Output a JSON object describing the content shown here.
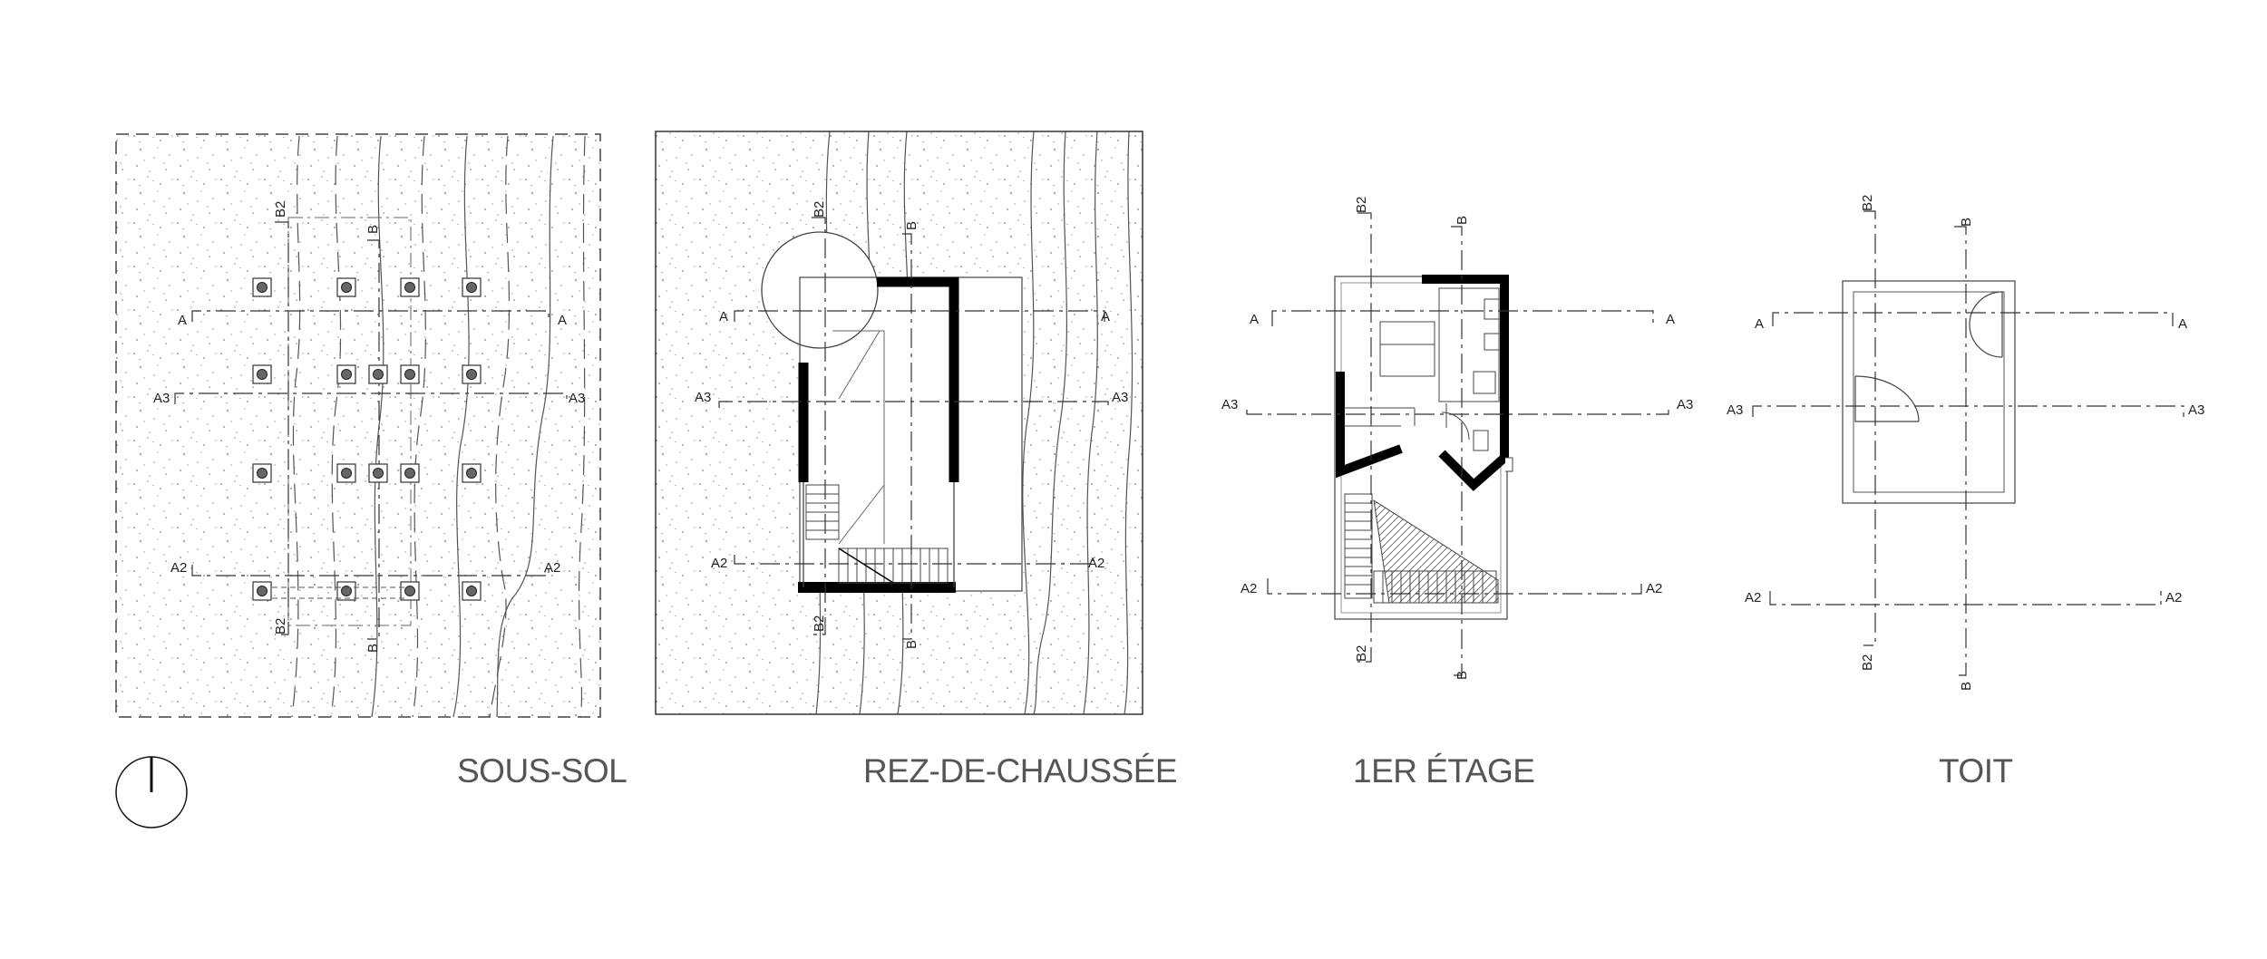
{
  "plans": [
    {
      "key": "sous_sol",
      "title": "SOUS-SOL"
    },
    {
      "key": "rdc",
      "title": "REZ-DE-CHAUSSÉE"
    },
    {
      "key": "etage",
      "title": "1ER ÉTAGE"
    },
    {
      "key": "toit",
      "title": "TOIT"
    }
  ],
  "section_labels": {
    "a": "A",
    "a2": "A2",
    "a3": "A3",
    "b": "B",
    "b2": "B2"
  },
  "icons": {
    "north": "north-arrow-icon"
  },
  "colors": {
    "ink": "#111111",
    "line": "#444444",
    "title": "#555555",
    "hatch": "#999999"
  }
}
